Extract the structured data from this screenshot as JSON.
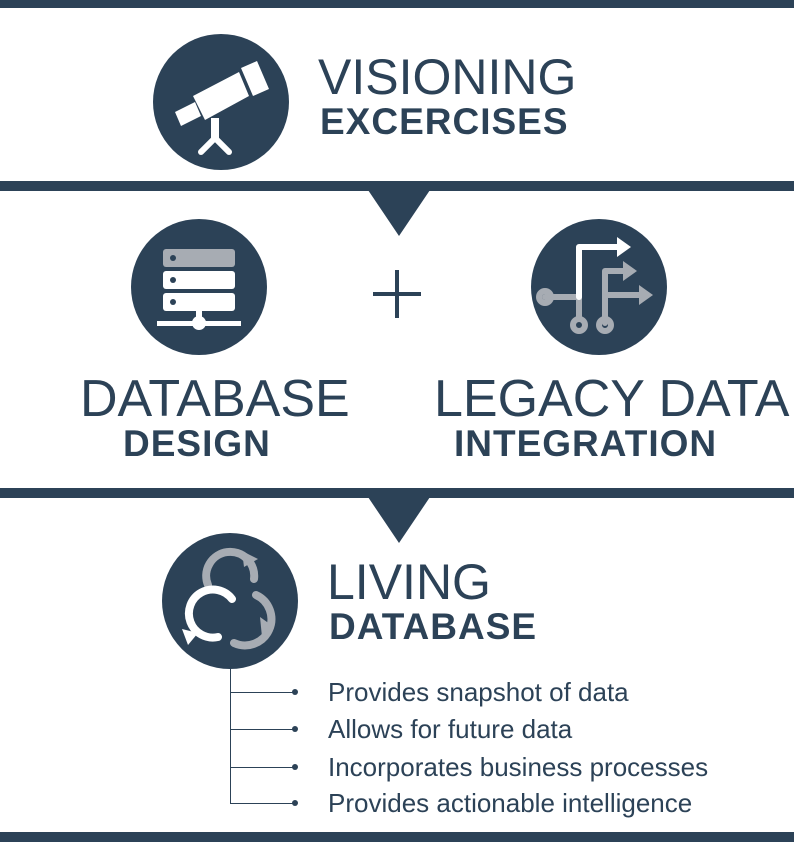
{
  "colors": {
    "navy": "#2c4257",
    "gray": "#a7acb3",
    "white": "#ffffff"
  },
  "visioning": {
    "icon": "telescope-icon",
    "title_line1": "VISIONING",
    "title_line2": "EXCERCISES"
  },
  "database_design": {
    "icon": "server-icon",
    "title_line1": "DATABASE",
    "title_line2": "DESIGN"
  },
  "plus_symbol": "+",
  "legacy": {
    "icon": "merge-arrows-icon",
    "title_line1": "LEGACY DATA",
    "title_line2": "INTEGRATION"
  },
  "living": {
    "icon": "cycle-arrows-icon",
    "title_line1": "LIVING",
    "title_line2": "DATABASE",
    "bullets": [
      "Provides snapshot of data",
      "Allows for future data",
      "Incorporates business processes",
      "Provides actionable intelligence"
    ]
  }
}
